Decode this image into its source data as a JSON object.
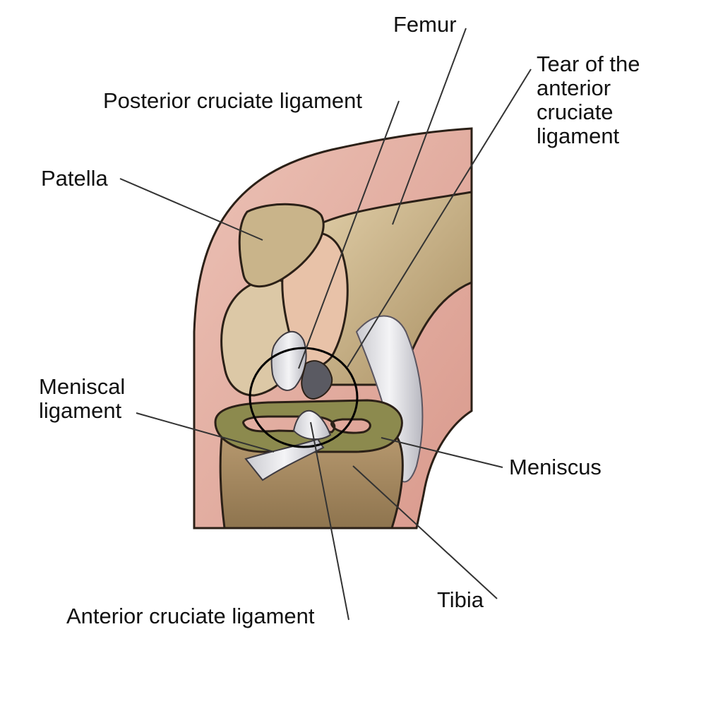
{
  "labels": {
    "femur": "Femur",
    "tear": "Tear of the\nanterior\ncruciate\nligament",
    "pcl": "Posterior cruciate ligament",
    "patella": "Patella",
    "meniscal_ligament": "Meniscal\nligament",
    "meniscus": "Meniscus",
    "tibia": "Tibia",
    "acl": "Anterior cruciate ligament"
  },
  "colors": {
    "skin": "#e6b3a6",
    "bone": "#c9b289",
    "meniscus": "#8c8a4e",
    "ligament": "#d9d9de",
    "outline": "#2b2017"
  }
}
